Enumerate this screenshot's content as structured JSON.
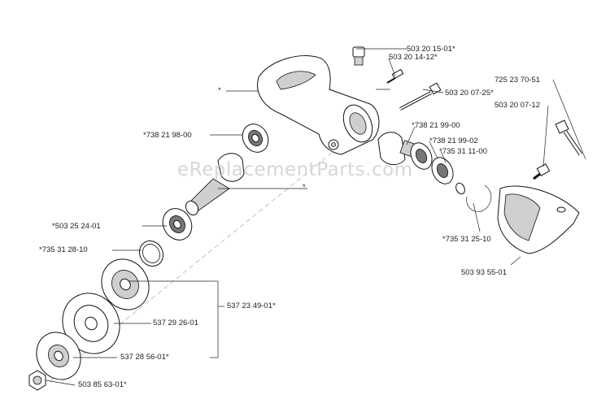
{
  "watermark": "eReplacementParts.com",
  "callouts": [
    {
      "id": "c1",
      "text": "503 20 15-01*"
    },
    {
      "id": "c2",
      "text": "503 20 14-12*"
    },
    {
      "id": "c3",
      "text": "*"
    },
    {
      "id": "c4",
      "text": "503 20 07-25*"
    },
    {
      "id": "c5",
      "text": "725 23 70-51"
    },
    {
      "id": "c6",
      "text": "503 20 07-12"
    },
    {
      "id": "c7",
      "text": "*738 21 98-00"
    },
    {
      "id": "c8",
      "text": "*738 21 99-00"
    },
    {
      "id": "c9",
      "text": "*738 21 99-02"
    },
    {
      "id": "c10",
      "text": "*735 31 11-00"
    },
    {
      "id": "c11",
      "text": "*"
    },
    {
      "id": "c12",
      "text": "*503 25 24-01"
    },
    {
      "id": "c13",
      "text": "*735 31 25-10"
    },
    {
      "id": "c14",
      "text": "*735 31 28-10"
    },
    {
      "id": "c15",
      "text": "503 93 55-01"
    },
    {
      "id": "c16",
      "text": "537 23 49-01*"
    },
    {
      "id": "c17",
      "text": "537 29 26-01"
    },
    {
      "id": "c18",
      "text": "537 28 56-01*"
    },
    {
      "id": "c19",
      "text": "503 85 63-01*"
    }
  ]
}
